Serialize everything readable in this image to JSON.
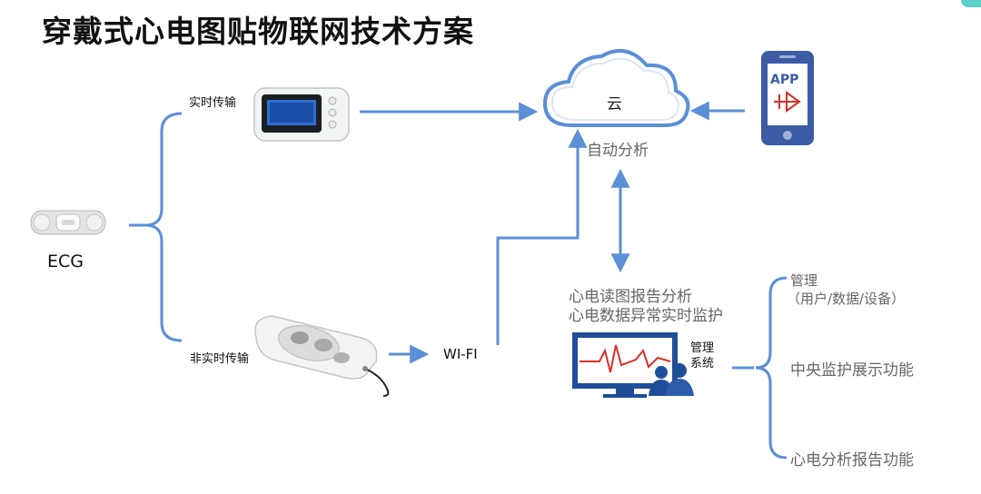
{
  "title": "穿戴式心电图贴物联网技术方案",
  "labels": {
    "realtime": "实时传输",
    "non_realtime": "非实时传输",
    "ecg": "ECG",
    "wifi": "WI-FI",
    "cloud": "云",
    "auto_analysis": "自动分析",
    "app": "APP",
    "report_analysis": "心电读图报告分析",
    "abnormal_monitor": "心电数据异常实时监护",
    "mgmt_system_1": "管理",
    "mgmt_system_2": "系统",
    "mgmt_title": "管理",
    "mgmt_sub": "（用户/数据/设备）",
    "central_monitor": "中央监护展示功能",
    "report_function": "心电分析报告功能"
  },
  "colors": {
    "arrow": "#5b8fd6",
    "phone": "#3b5ba5",
    "app_red": "#d9302c",
    "monitor": "#1f4e99",
    "ecg_line": "#d9302c"
  }
}
